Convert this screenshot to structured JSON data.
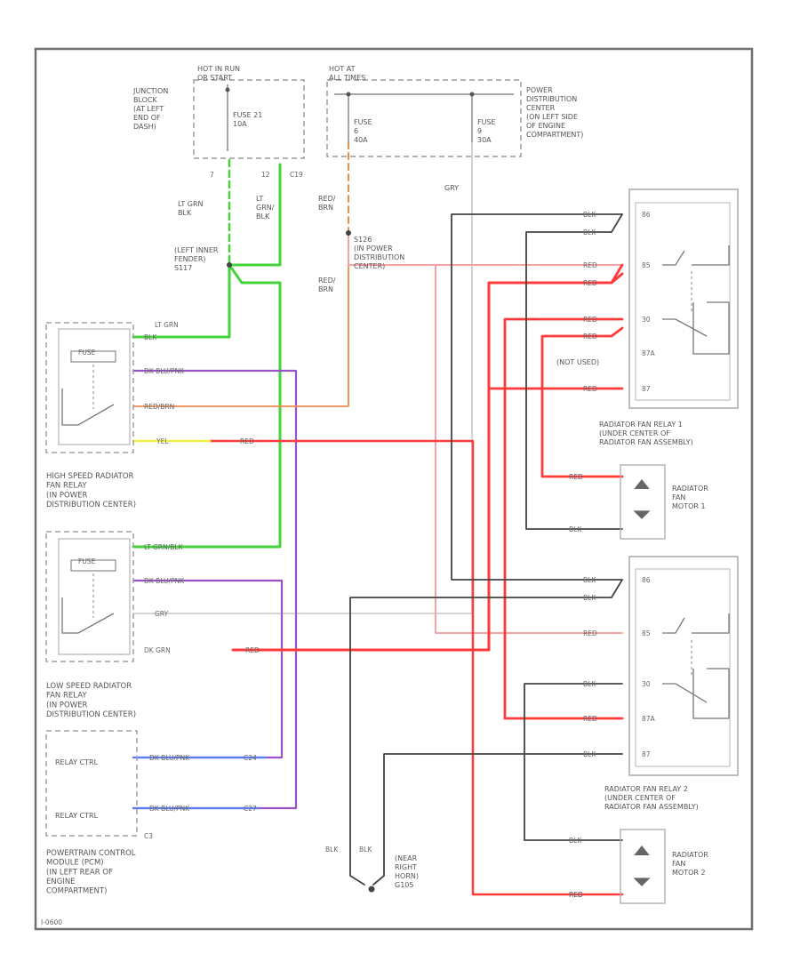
{
  "colors": {
    "red": "#ff3b3b",
    "pink": "#f6a3a3",
    "green": "#45d23a",
    "purple": "#9a52c8",
    "blue": "#5a7ef0",
    "orange": "#f08a4c",
    "yellow": "#f3ef4a",
    "black": "#444444",
    "gray": "#c7c7c7"
  },
  "labels": {
    "hot_run_start": "HOT IN RUN\nOR START",
    "junction_block": "JUNCTION\nBLOCK\n(AT LEFT\nEND OF\nDASH)",
    "fuse21": "FUSE 21\n10A",
    "hot_at_all_times": "HOT AT\nALL TIMES",
    "fuse_left": "FUSE\n6\n40A",
    "fuse_right": "FUSE\n9\n30A",
    "pdc": "POWER\nDISTRIBUTION\nCENTER\n(ON LEFT SIDE\nOF ENGINE\nCOMPARTMENT)",
    "pin_7": "7",
    "pin_12": "12",
    "pin_c19": "C19",
    "wire_lt_grn_blk_1": "LT GRN\nBLK",
    "wire_lt_grn_blk_2": "LT\nGRN/\nBLK",
    "wire_red_brn_1": "RED/\nBRN",
    "wire_red_brn_2": "RED/\nBRN",
    "wire_gry": "GRY",
    "s_left_inner_fender": "(LEFT INNER\nFENDER)\nS117",
    "s_pdc": "S126\n(IN POWER\nDISTRIBUTION\nCENTER)",
    "lt_grn_top": "LT GRN",
    "hs_pin_blk": "BLK",
    "hs_pin_dkblu": "DK BLU/PNK",
    "hs_pin_redbrn": "RED/BRN",
    "hs_pin_yel": "YEL",
    "hs_pin_red": "RED",
    "fuse_block_word": "FUSE",
    "hs_relay": "HIGH SPEED RADIATOR\nFAN RELAY\n(IN POWER\nDISTRIBUTION CENTER)",
    "ls_pin_ltgrnblk": "LT GRN/BLK",
    "ls_pin_dkblu": "DK BLU/PNK",
    "ls_pin_gry": "GRY",
    "ls_pin_dkgrn": "DK GRN",
    "ls_pin_red": "RED",
    "ls_relay": "LOW SPEED RADIATOR\nFAN RELAY\n(IN POWER\nDISTRIBUTION CENTER)",
    "relay_ctrl_1": "RELAY CTRL",
    "relay_ctrl_2": "RELAY CTRL",
    "pcm_pin_1": "DK BLU/PNK",
    "pcm_pin_2": "DK BLU/PNK",
    "pcm_c24": "C24",
    "pcm_c27": "C27",
    "pcm_c3": "C3",
    "pcm": "POWERTRAIN CONTROL\nMODULE (PCM)\n(IN LEFT REAR OF\nENGINE\nCOMPARTMENT)",
    "r1_blk1": "BLK",
    "r1_blk2": "BLK",
    "r1_red1": "RED",
    "r1_red2": "RED",
    "r1_red3": "RED",
    "r1_red4": "RED",
    "r1_red5": "RED",
    "r1_87": "87",
    "r1_87a": "87A",
    "r1_30": "30",
    "r1_85": "85",
    "r1_86": "86",
    "not_used": "(NOT USED)",
    "relay1": "RADIATOR FAN RELAY 1\n(UNDER CENTER OF\nRADIATOR FAN ASSEMBLY)",
    "m1_red": "RED",
    "m1_blk": "BLK",
    "motor1": "RADIATOR\nFAN\nMOTOR 1",
    "r2_blk1": "BLK",
    "r2_blk2": "BLK",
    "r2_red1": "RED",
    "r2_red2": "RED",
    "r2_blk3": "BLK",
    "r2_red3": "RED",
    "r2_blk4": "BLK",
    "r2_86": "86",
    "r2_85": "85",
    "r2_30": "30",
    "r2_87a": "87A",
    "r2_87": "87",
    "relay2": "RADIATOR FAN RELAY 2\n(UNDER CENTER OF\nRADIATOR FAN ASSEMBLY)",
    "m2_blk": "BLK",
    "m2_red": "RED",
    "motor2": "RADIATOR\nFAN\nMOTOR 2",
    "g_blk1": "BLK",
    "g_blk2": "BLK",
    "ground": "(NEAR\nRIGHT\nHORN)\nG105",
    "figure_id": "I-0600"
  }
}
